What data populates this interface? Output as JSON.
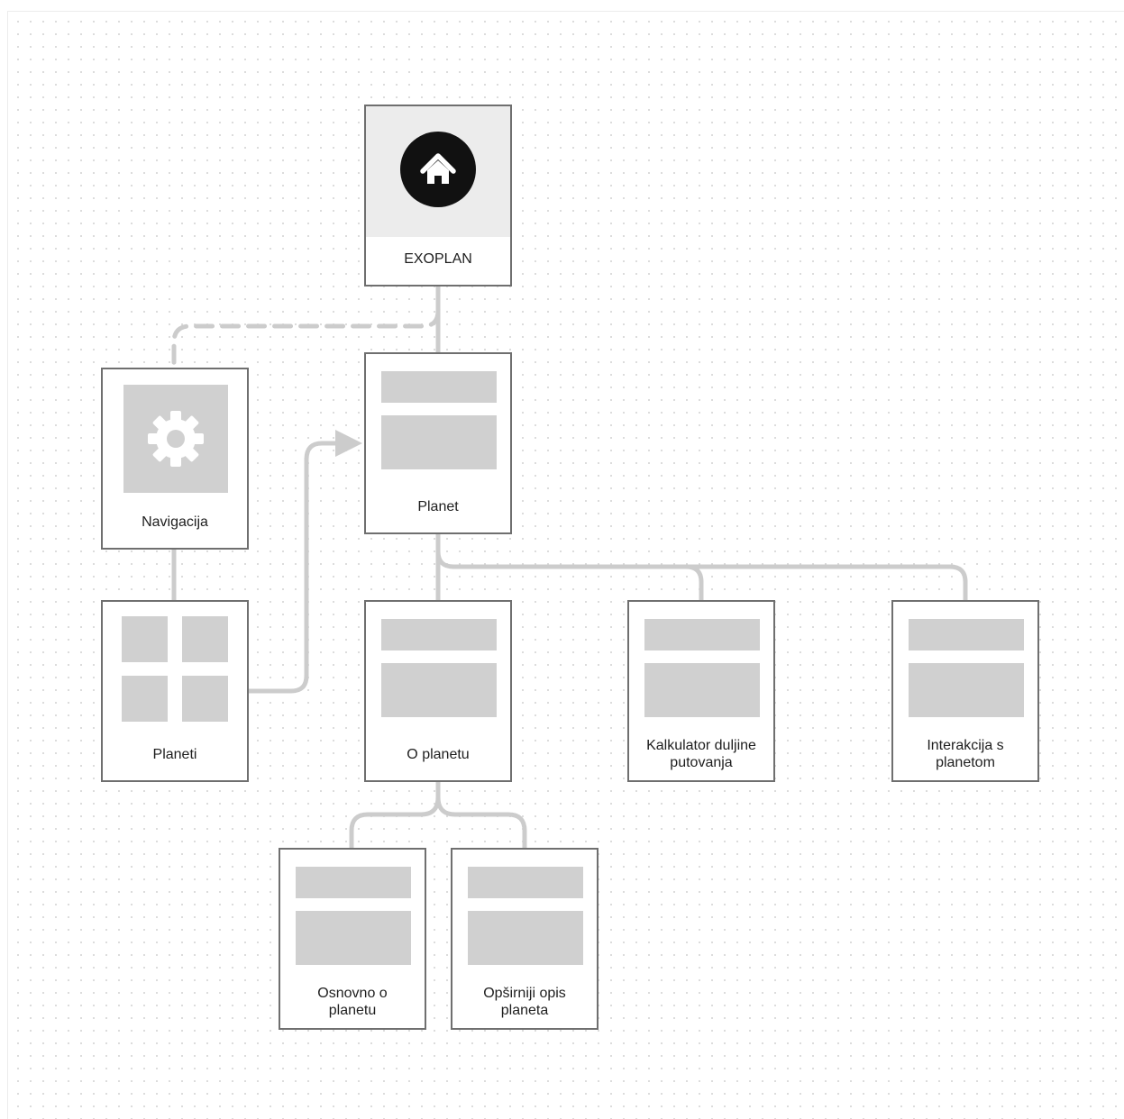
{
  "diagram": {
    "nodes": {
      "exoplan": {
        "label": "EXOPLAN",
        "icon": "home-icon"
      },
      "navigacija": {
        "label": "Navigacija",
        "icon": "gear-icon"
      },
      "planet": {
        "label": "Planet"
      },
      "planeti": {
        "label": "Planeti",
        "icon": "grid-icon"
      },
      "o_planetu": {
        "label": "O planetu"
      },
      "kalkulator": {
        "label": "Kalkulator duljine putovanja"
      },
      "interakcija": {
        "label": "Interakcija s planetom"
      },
      "osnovno": {
        "label": "Osnovno o planetu"
      },
      "opsirniji": {
        "label": "Opširniji opis planeta"
      }
    },
    "edges": [
      {
        "from": "exoplan",
        "to": "planet",
        "style": "solid"
      },
      {
        "from": "exoplan",
        "to": "navigacija",
        "style": "dashed"
      },
      {
        "from": "navigacija",
        "to": "planeti",
        "style": "solid"
      },
      {
        "from": "planeti",
        "to": "planet",
        "style": "arrow"
      },
      {
        "from": "planet",
        "to": "o_planetu",
        "style": "solid"
      },
      {
        "from": "planet",
        "to": "kalkulator",
        "style": "solid"
      },
      {
        "from": "planet",
        "to": "interakcija",
        "style": "solid"
      },
      {
        "from": "o_planetu",
        "to": "osnovno",
        "style": "solid"
      },
      {
        "from": "o_planetu",
        "to": "opsirniji",
        "style": "solid"
      }
    ]
  },
  "colors": {
    "node_border": "#6f6f6f",
    "connector": "#cccccc",
    "placeholder": "#d0d0d0",
    "icon_circle": "#111111",
    "header_band": "#ececec"
  }
}
